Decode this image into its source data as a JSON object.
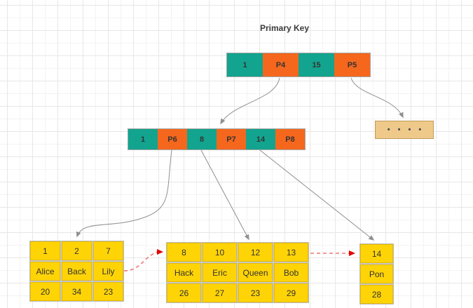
{
  "canvas": {
    "title": "Primary Key"
  },
  "colors": {
    "key_cell_teal": "#12A48E",
    "pointer_cell_orange": "#F5671D",
    "leaf_cell_yellow": "#FFD407",
    "overflow_fill_tan": "#EEC98A",
    "overflow_border": "#C19A55",
    "tree_arrow_gray": "#8F8F8F",
    "leaf_link_arrow_red": "#E60000",
    "text": "#333333"
  },
  "root_node": {
    "cells": [
      {
        "label": "1"
      },
      {
        "label": "P4"
      },
      {
        "label": "15"
      },
      {
        "label": "P5"
      }
    ]
  },
  "internal_node": {
    "cells": [
      {
        "label": "1"
      },
      {
        "label": "P6"
      },
      {
        "label": "8"
      },
      {
        "label": "P7"
      },
      {
        "label": "14"
      },
      {
        "label": "P8"
      }
    ]
  },
  "overflow_box": {
    "dots": "• • • •"
  },
  "leaf_tables": [
    {
      "rows": [
        [
          "1",
          "2",
          "7"
        ],
        [
          "Alice",
          "Back",
          "Lily"
        ],
        [
          "20",
          "34",
          "23"
        ]
      ]
    },
    {
      "rows": [
        [
          "8",
          "10",
          "12",
          "13"
        ],
        [
          "Hack",
          "Eric",
          "Queen",
          "Bob"
        ],
        [
          "26",
          "27",
          "23",
          "29"
        ]
      ]
    },
    {
      "rows": [
        [
          "14"
        ],
        [
          "Pon"
        ],
        [
          "28"
        ]
      ]
    }
  ]
}
